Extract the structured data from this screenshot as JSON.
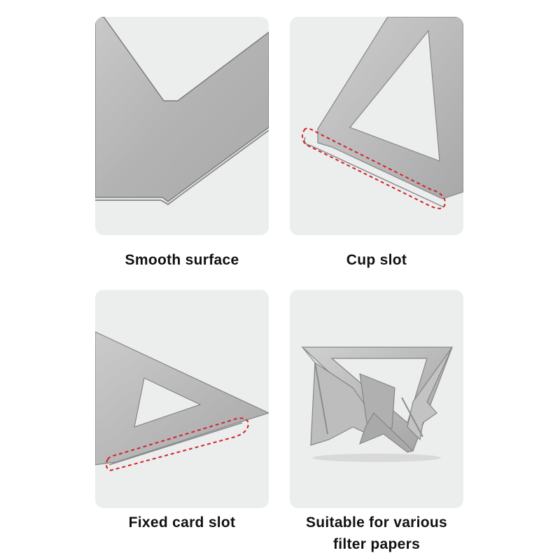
{
  "features": [
    {
      "caption": "Smooth surface",
      "image": "steel-plate-closeup"
    },
    {
      "caption": "Cup slot",
      "image": "steel-frame-cup-slot"
    },
    {
      "caption": "Fixed card slot",
      "image": "steel-frame-card-slot"
    },
    {
      "caption": "Suitable for various\nfilter papers",
      "image": "assembled-triangular-dripper-stand"
    }
  ],
  "colors": {
    "tile_background": "#eceded",
    "steel": "#b7b7b8",
    "highlight_dash": "#d4232a",
    "caption_text": "#111111"
  }
}
